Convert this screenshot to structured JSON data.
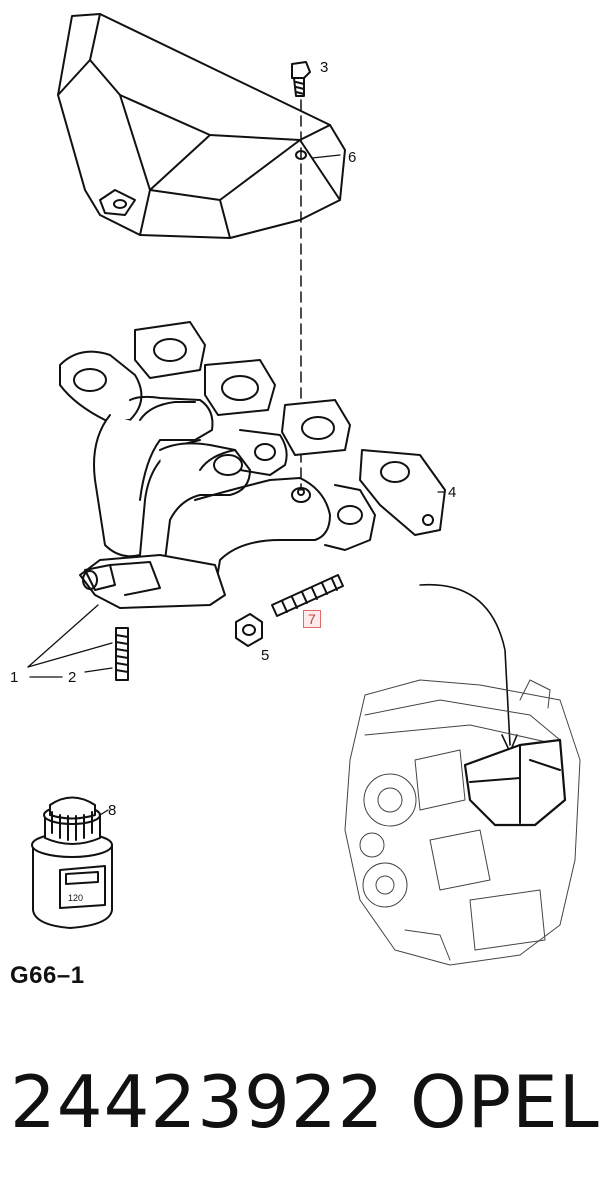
{
  "callouts": {
    "c1": "1",
    "c2": "2",
    "c3": "3",
    "c4": "4",
    "c5": "5",
    "c6": "6",
    "c7": "7",
    "c8": "8"
  },
  "sealant_label": "120",
  "figure_code": "G66–1",
  "part_number": "24423922",
  "brand": "OPEL"
}
